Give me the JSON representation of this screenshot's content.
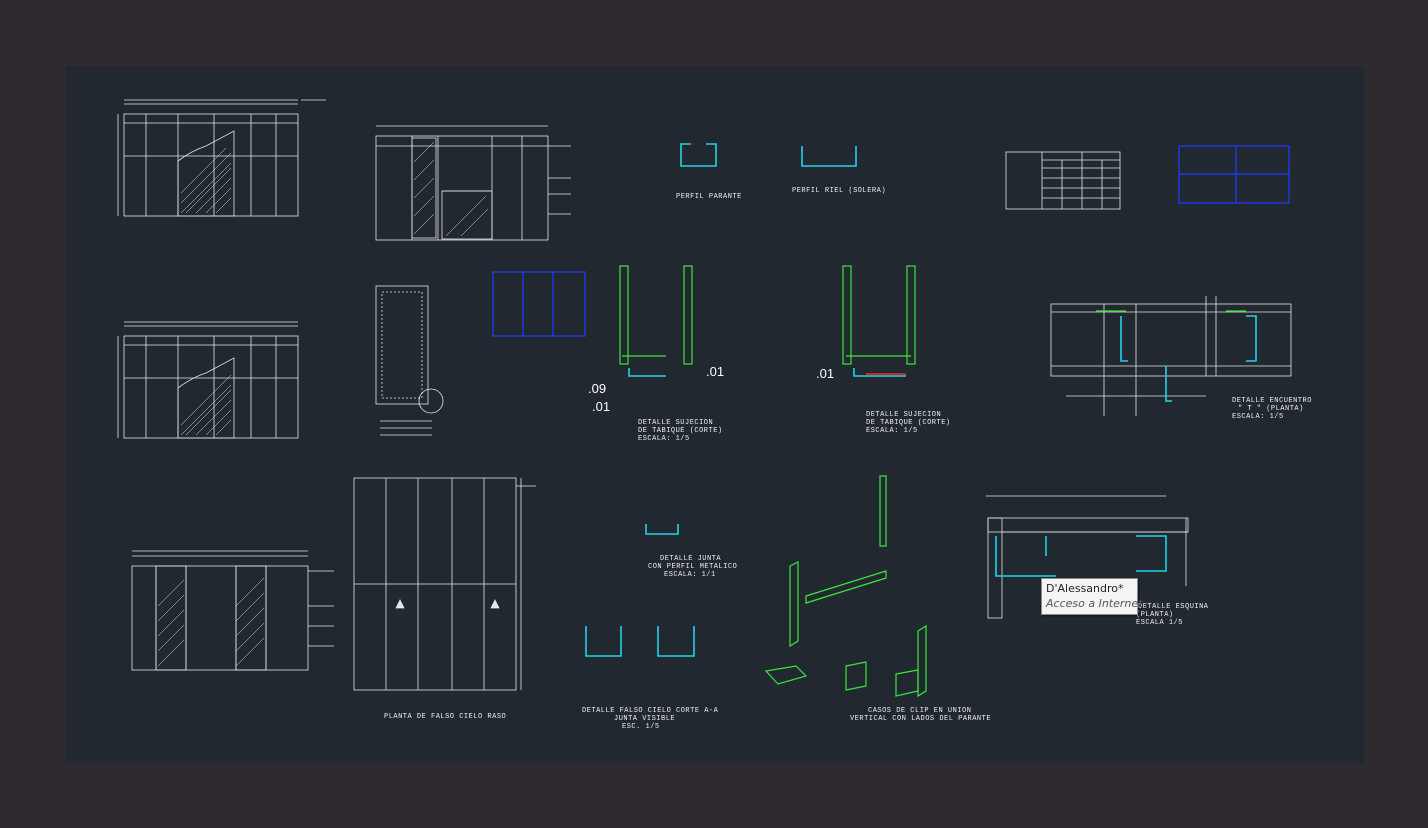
{
  "drawing": {
    "title_perfil_parante": "PERFIL PARANTE",
    "title_perfil_riel": "PERFIL RIEL (SOLERA)",
    "title_detalle_sujecion_corte": "DETALLE SUJECION",
    "title_detalle_sujecion_corte_2": "DE TABIQUE (CORTE)",
    "title_detalle_sujecion_corte_3": "ESCALA: 1/5",
    "title_detalle_sujecion_b": "DETALLE SUJECION",
    "title_detalle_sujecion_b_2": "DE TABIQUE (CORTE)",
    "title_detalle_sujecion_b_3": "ESCALA: 1/5",
    "title_encuentro": "DETALLE ENCUENTRO",
    "title_encuentro_2": "\" T \" (PLANTA)",
    "title_encuentro_3": "ESCALA: 1/5",
    "title_junta": "DETALLE JUNTA",
    "title_junta_2": "CON PERFIL METALICO",
    "title_junta_3": "ESCALA: 1/1",
    "title_planta_falso": "PLANTA DE FALSO CIELO RASO",
    "title_falso_corte": "DETALLE FALSO CIELO CORTE A-A",
    "title_falso_corte_2": "JUNTA VISIBLE",
    "title_falso_corte_3": "ESC. 1/5",
    "title_clip": "CASOS DE CLIP EN UNION",
    "title_clip_2": "VERTICAL CON LADOS DEL PARANTE",
    "title_esquina": "DETALLE ESQUINA",
    "title_esquina_2": "(PLANTA)",
    "title_esquina_3": "ESCALA 1/5",
    "dim_09": ".09",
    "dim_01a": ".01",
    "dim_01b": ".01",
    "dim_01c": ".01"
  },
  "tooltip": {
    "name": "D'Alessandro*",
    "subtitle": "Acceso a Internet"
  },
  "colors": {
    "background": "#2e2a30",
    "model_space": "#212830",
    "lines": "#e6e6e6",
    "cyan": "#22d3e6",
    "green": "#39e639",
    "blue": "#1e3cff",
    "red": "#ff2a2a"
  }
}
